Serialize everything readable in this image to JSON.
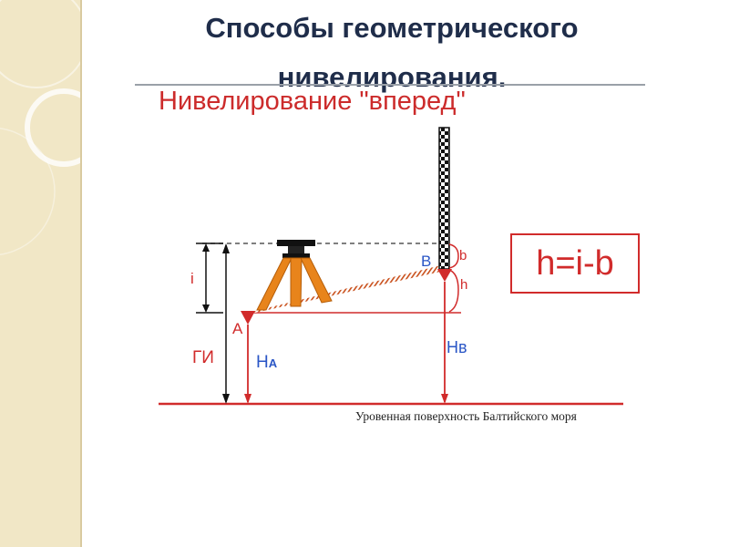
{
  "title": {
    "line1": "Способы геометрического",
    "line2": "нивелирования."
  },
  "subtitle": "Нивелирование \"вперед\"",
  "formula": "h=i-b",
  "labels": {
    "i": "i",
    "gi": "ГИ",
    "point_a": "А",
    "point_b": "В",
    "b": "b",
    "h": "h",
    "ha_main": "Н",
    "ha_sub": "А",
    "hb": "Нв",
    "baseline": "Уровенная поверхность Балтийского моря"
  },
  "colors": {
    "accent_red": "#d12b2b",
    "label_blue": "#2a56c6",
    "tripod_orange": "#e8841b",
    "title_navy": "#1f2d4a",
    "band_beige": "#f1e7c6"
  }
}
